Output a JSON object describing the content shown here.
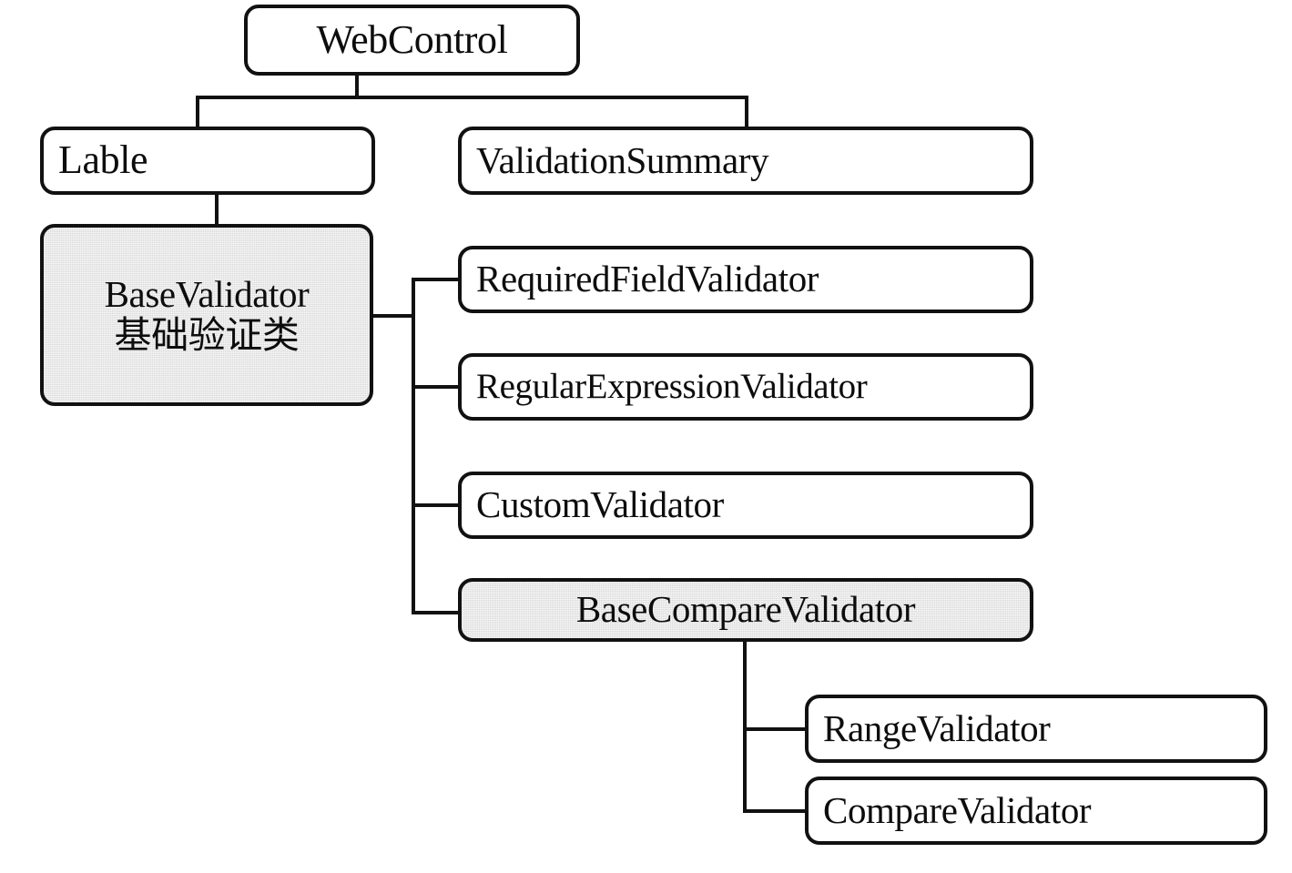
{
  "diagram": {
    "title": "WebControl validation control class hierarchy",
    "type": "tree",
    "stroke_color": "#111111",
    "shaded_fill": "#d9d9d9",
    "plain_fill": "#ffffff"
  },
  "nodes": {
    "web_control": {
      "label": "WebControl",
      "shaded": false
    },
    "lable": {
      "label": "Lable",
      "shaded": false
    },
    "validation_summary": {
      "label": "ValidationSummary",
      "shaded": false
    },
    "base_validator": {
      "label_en": "BaseValidator",
      "label_zh": "基础验证类",
      "shaded": true
    },
    "required_field_validator": {
      "label": "RequiredFieldValidator",
      "shaded": false
    },
    "regular_expression_validator": {
      "label": "RegularExpressionValidator",
      "shaded": false
    },
    "custom_validator": {
      "label": "CustomValidator",
      "shaded": false
    },
    "base_compare_validator": {
      "label": "BaseCompareValidator",
      "shaded": true
    },
    "range_validator": {
      "label": "RangeValidator",
      "shaded": false
    },
    "compare_validator": {
      "label": "CompareValidator",
      "shaded": false
    }
  }
}
